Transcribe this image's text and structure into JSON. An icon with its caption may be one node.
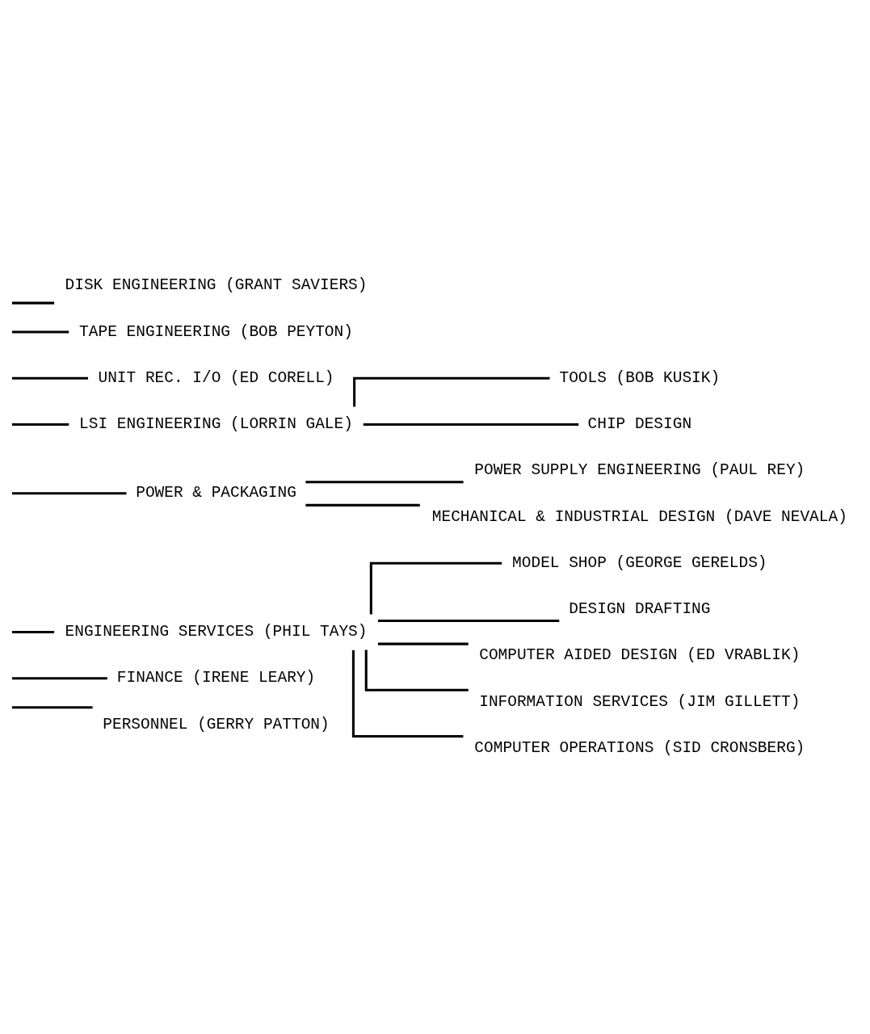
{
  "diagram": {
    "nodes": [
      {
        "text": [
          "DISK ENGINEERING (GRANT SAVIERS)"
        ]
      },
      {
        "text": [
          "TAPE ENGINEERING (BOB PEYTON)"
        ]
      },
      {
        "text": [
          "UNIT REC. I/O (ED CORELL)"
        ]
      },
      {
        "text": [
          "LSI ENGINEERING (LORRIN GALE)"
        ]
      },
      {
        "text": [
          "TOOLS (BOB KUSIK)"
        ]
      },
      {
        "text": [
          "CHIP DESIGN"
        ]
      },
      {
        "text": [
          "POWER & PACKAGING"
        ]
      },
      {
        "text": [
          "POWER SUPPLY ENGINEERING (PAUL REY)"
        ]
      },
      {
        "text": [
          "MECHANICAL & INDUSTRIAL DESIGN (DAVE NEVALA)"
        ]
      },
      {
        "text": [
          "ENGINEERING SERVICES (PHIL TAYS)"
        ]
      },
      {
        "text": [
          "MODEL SHOP (GEORGE GERELDS)"
        ]
      },
      {
        "text": [
          "DESIGN DRAFTING"
        ]
      },
      {
        "text": [
          "COMPUTER AIDED DESIGN (ED VRABLIK)"
        ]
      },
      {
        "text": [
          "INFORMATION SERVICES (JIM GILLETT)"
        ]
      },
      {
        "text": [
          "COMPUTER OPERATIONS (SID CRONSBERG)"
        ]
      },
      {
        "text": [
          "FINANCE (IRENE LEARY)"
        ]
      },
      {
        "text": [
          "PERSONNEL (GERRY PATTON)"
        ]
      }
    ],
    "edges": [
      {
        "from": null,
        "to": 0,
        "arrow": "none"
      },
      {
        "from": null,
        "to": 1,
        "arrow": "none"
      },
      {
        "from": null,
        "to": 2,
        "arrow": "none"
      },
      {
        "from": null,
        "to": 3,
        "arrow": "none"
      },
      {
        "from": 3,
        "to": 4,
        "arrow": "none"
      },
      {
        "from": 3,
        "to": 5,
        "arrow": "none"
      },
      {
        "from": null,
        "to": 6,
        "arrow": "none"
      },
      {
        "from": 6,
        "to": 7,
        "arrow": "none"
      },
      {
        "from": 6,
        "to": 8,
        "arrow": "none"
      },
      {
        "from": null,
        "to": 9,
        "arrow": "none"
      },
      {
        "from": 9,
        "to": 10,
        "arrow": "none"
      },
      {
        "from": 9,
        "to": 11,
        "arrow": "none"
      },
      {
        "from": 9,
        "to": 12,
        "arrow": "none"
      },
      {
        "from": 9,
        "to": 13,
        "arrow": "none"
      },
      {
        "from": 9,
        "to": 14,
        "arrow": "none"
      },
      {
        "from": null,
        "to": 15,
        "arrow": "none"
      },
      {
        "from": null,
        "to": 16,
        "arrow": "none"
      }
    ]
  }
}
